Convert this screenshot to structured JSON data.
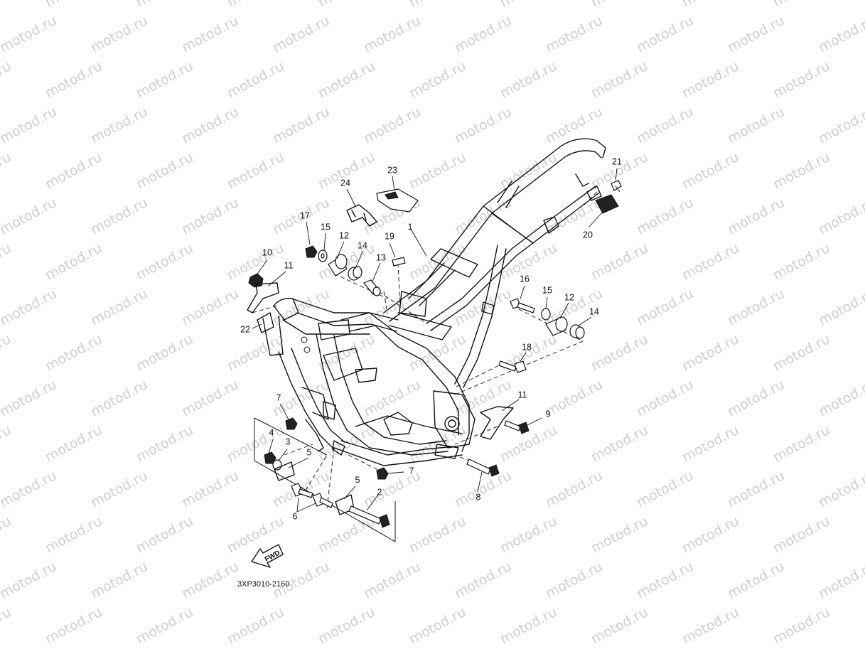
{
  "watermark": {
    "text": "motod.ru",
    "color": "#cfcfcf"
  },
  "diagram": {
    "part_code": "3XP3010-2160",
    "fwd_label": "FWD",
    "callouts": {
      "c1": "1",
      "c2": "2",
      "c3": "3",
      "c4": "4",
      "c5a": "5",
      "c5b": "5",
      "c6": "6",
      "c7a": "7",
      "c7b": "7",
      "c8": "8",
      "c9": "9",
      "c10": "10",
      "c11a": "11",
      "c11b": "11",
      "c12a": "12",
      "c12b": "12",
      "c13": "13",
      "c14a": "14",
      "c14b": "14",
      "c15a": "15",
      "c15b": "15",
      "c16": "16",
      "c17": "17",
      "c18": "18",
      "c19": "19",
      "c20": "20",
      "c21": "21",
      "c22": "22",
      "c23": "23",
      "c24": "24"
    }
  }
}
